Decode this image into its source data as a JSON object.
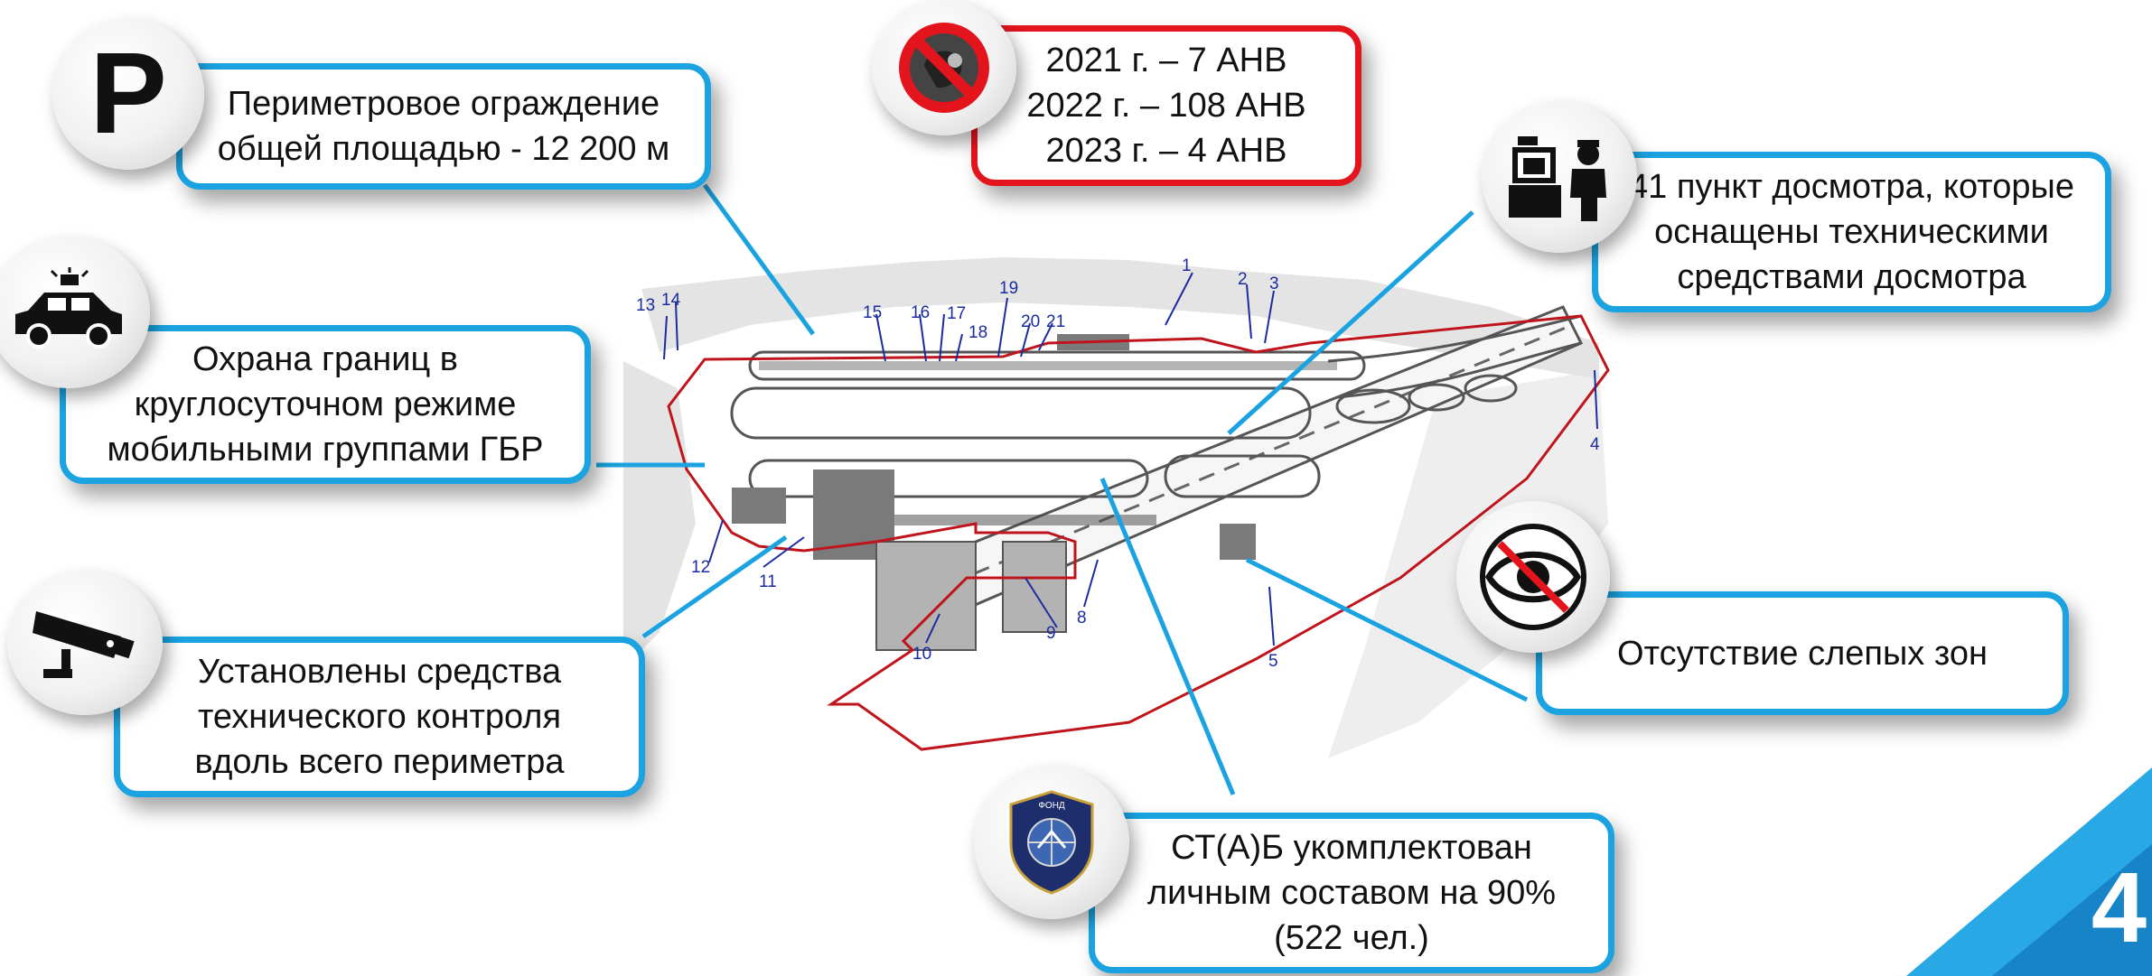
{
  "callouts": {
    "perimeter": {
      "text": "Периметровое ограждение\nобщей площадью - 12 200 м",
      "icon": "parking-p-icon",
      "icon_letter": "P"
    },
    "anv": {
      "text": "2021 г. – 7 АНВ\n2022 г. – 108 АНВ\n2023 г. – 4 АНВ",
      "icon": "no-threat-icon",
      "accent": "#e3141c"
    },
    "inspection": {
      "text": "41 пункт досмотра, которые\nоснащены техническими\nсредствами досмотра",
      "icon": "security-checkpoint-icon"
    },
    "border_guard": {
      "text": "Охрана границ  в\nкруглосуточном режиме\nмобильными группами ГБР",
      "icon": "police-car-icon"
    },
    "tech_control": {
      "text": "Установлены средства\nтехнического контроля\nвдоль всего периметра",
      "icon": "cctv-camera-icon"
    },
    "blind_zones": {
      "text": "Отсутствие слепых зон",
      "icon": "crossed-eye-icon"
    },
    "staff": {
      "text": "СТ(А)Б укомплектован\nличным составом на 90%\n(522 чел.)",
      "icon": "aviation-security-emblem-icon"
    }
  },
  "map": {
    "markers": [
      "1",
      "2",
      "3",
      "4",
      "5",
      "8",
      "9",
      "10",
      "11",
      "12",
      "13",
      "14",
      "15",
      "16",
      "17",
      "18",
      "19",
      "20",
      "21"
    ],
    "marker_color": "#1a2ca0",
    "perimeter_color": "#c0141c"
  },
  "emblem_text": "ФОНД",
  "page_number": "4",
  "colors": {
    "accent": "#1aa3e0",
    "alert": "#e3141c"
  }
}
